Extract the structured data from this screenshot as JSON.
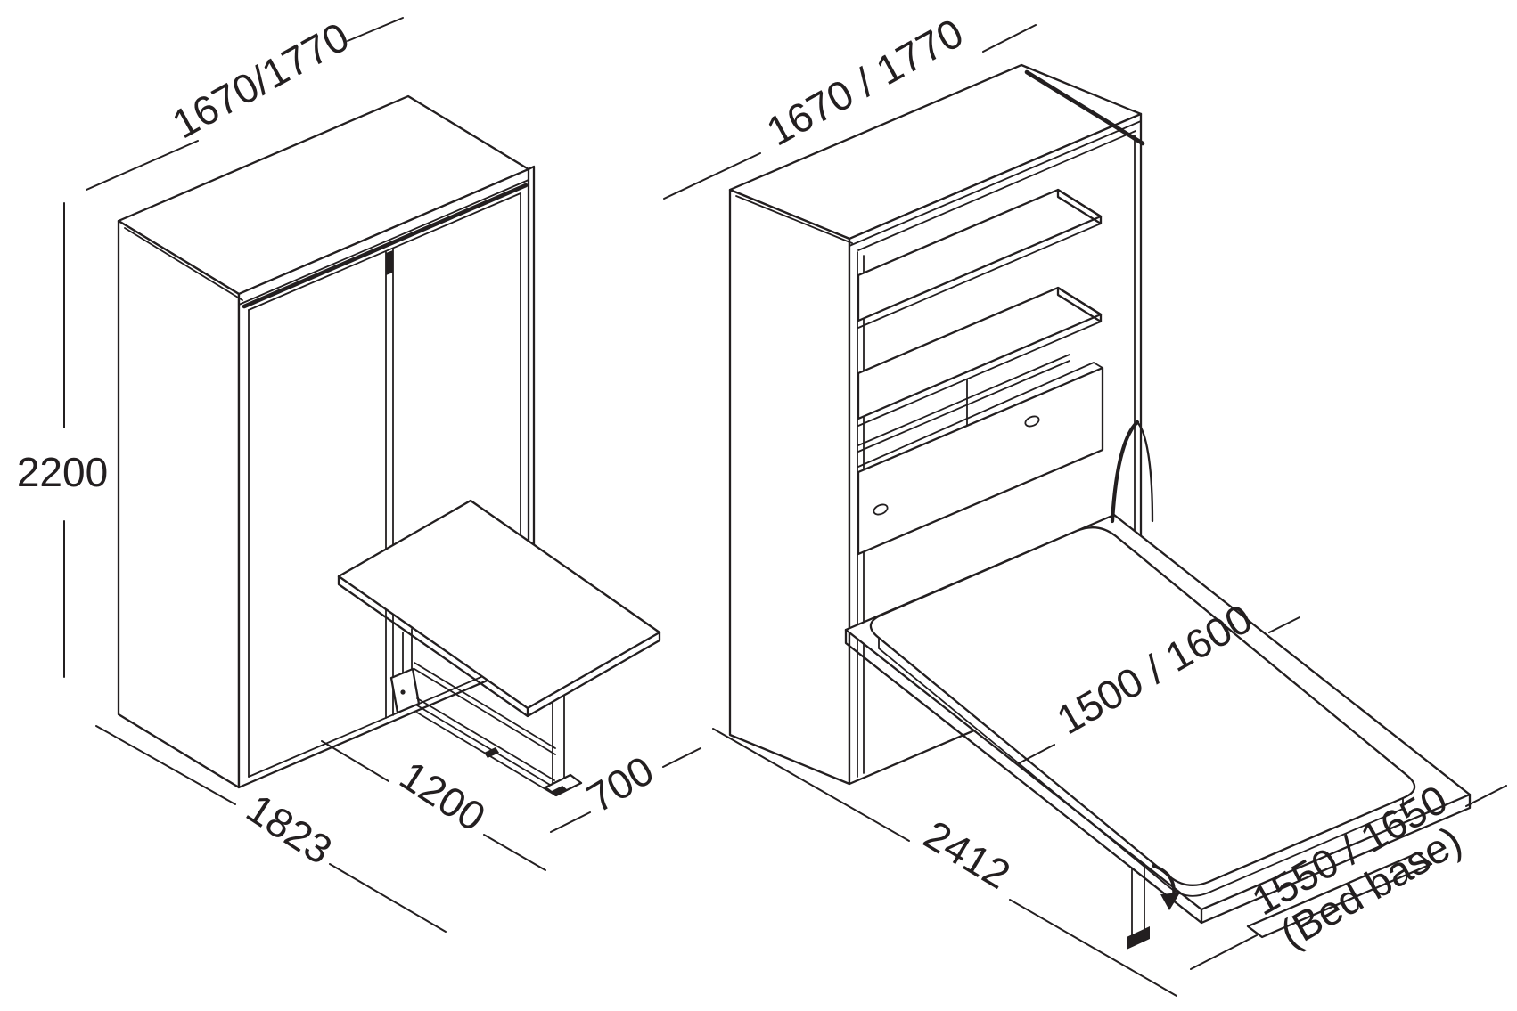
{
  "colors": {
    "line": "#231F20",
    "background": "#FFFFFF"
  },
  "closed_unit": {
    "width": "1670/1770",
    "height": "2200",
    "floor_depth": "1823",
    "desk_length": "1200",
    "desk_depth": "700"
  },
  "open_unit": {
    "width": "1670 / 1770",
    "floor_depth": "2412",
    "mattress_width": "1500 / 1600",
    "bed_base_width": "1550 / 1650",
    "bed_base_note": "(Bed base)"
  }
}
